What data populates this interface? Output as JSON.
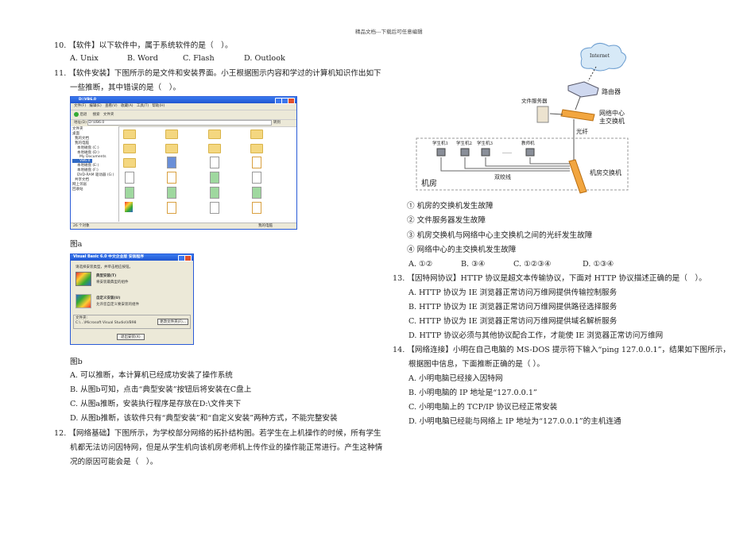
{
  "header": "精品文档---下载后可任意编辑",
  "q10": {
    "stem": "10. 【软件】以下软件中，属于系统软件的是（　）。",
    "options": [
      "A. Unix",
      "B. Word",
      "C. Flash",
      "D. Outlook"
    ]
  },
  "q11": {
    "stem1": "11. 【软件安装】下图所示的是文件和安装界面。小王根据图示内容和学过的计算机知识作出如下",
    "stem2": "一些推断，其中错误的是（　）。",
    "fig_a": {
      "caption": "图a",
      "title": "D:\\VB6.0",
      "menu": [
        "文件(F)",
        "编辑(E)",
        "查看(V)",
        "收藏(A)",
        "工具(T)",
        "帮助(H)"
      ],
      "toolbar": [
        "后退",
        "搜索",
        "文件夹"
      ],
      "address_label": "地址(D)",
      "address": "D:\\VB6.0",
      "go": "转到",
      "tree_header": "文件夹",
      "tree": [
        "桌面",
        "我的文档",
        "我的电脑",
        "本地磁盘 (C:)",
        "本地磁盘 (D:)",
        "My Documents",
        "VB6.0",
        "本地磁盘 (E:)",
        "本地磁盘 (F:)",
        "DVD-RAM 驱动器 (G:)",
        "共享文档",
        "网上邻居",
        "回收站"
      ],
      "status": "26 个对象",
      "status_right": "我的电脑"
    },
    "fig_b": {
      "caption": "图b",
      "title": "Visual Basic 6.0 中文企业版 安装程序",
      "prompt": "请选择安装类型，并单击相应按钮。",
      "typical": "典型安装(T)",
      "typical_desc": "将安装最典型的组件",
      "custom": "自定义安装(U)",
      "custom_desc": "允许您自定义要安装的组件",
      "folder_label": "文件夹:",
      "folder_path": "C:\\...\\Microsoft Visual Studio\\VB98",
      "change_folder": "更改文件夹(F)...",
      "exit": "退出安装(X)"
    },
    "options": [
      "A. 可以推断，本计算机已经成功安装了操作系统",
      "B. 从图b可知，点击“典型安装”按钮后将安装在C盘上",
      "C. 从图a推断，安装执行程序是存放在D:\\文件夹下",
      "D. 从图b推断，该软件只有“典型安装”和“自定义安装”两种方式，不能完整安装"
    ]
  },
  "q12": {
    "stem": [
      "12. 【网络基础】下图所示，为学校部分网络的拓扑结构图。若学生在上机操作的时候，所有学生",
      "机都无法访问因特网，但是从学生机向该机房老师机上传作业的操作能正常进行。产生这种情",
      "况的原因可能会是（　）。"
    ],
    "diagram": {
      "internet": "Internet",
      "router": "路由器",
      "file_server": "文件服务器",
      "core_switch": [
        "网络中心",
        "主交换机"
      ],
      "fiber": "光纤",
      "students": [
        "学生机1",
        "学生机2",
        "学生机3"
      ],
      "dots": "……",
      "teacher": "教师机",
      "lab_switch": "机房交换机",
      "twisted_pair": "双绞线",
      "lab": "机房"
    },
    "statements": [
      "① 机房的交换机发生故障",
      "② 文件服务器发生故障",
      "③ 机房交换机与网络中心主交换机之间的光纤发生故障",
      "④ 网络中心的主交换机发生故障"
    ],
    "options": [
      "A. ①②",
      "B. ③④",
      "C. ①②③④",
      "D. ①③④"
    ]
  },
  "q13": {
    "stem": "13. 【因特网协议】HTTP 协议是超文本传输协议，下面对 HTTP 协议描述正确的是（　）。",
    "options": [
      "A. HTTP 协议为 IE 浏览器正常访问万维网提供传输控制服务",
      "B. HTTP 协议为 IE 浏览器正常访问万维网提供路径选择服务",
      "C. HTTP 协议为 IE 浏览器正常访问万维网提供域名解析服务",
      "D. HTTP 协议必须与其他协议配合工作，才能使 IE 浏览器正常访问万维网"
    ]
  },
  "q14": {
    "stem1": "14. 【网络连接】小明在自己电脑的 MS-DOS 提示符下输入“ping 127.0.0.1”，结果如下图所示，",
    "stem2": "根据图中信息，下面推断正确的是（ ）。",
    "options": [
      "A. 小明电脑已经接入因特网",
      "B. 小明电脑的 IP 地址是“127.0.0.1”",
      "C. 小明电脑上的 TCP/IP 协议已经正常安装",
      "D. 小明电脑已经能与网络上 IP 地址为“127.0.0.1”的主机连通"
    ]
  }
}
